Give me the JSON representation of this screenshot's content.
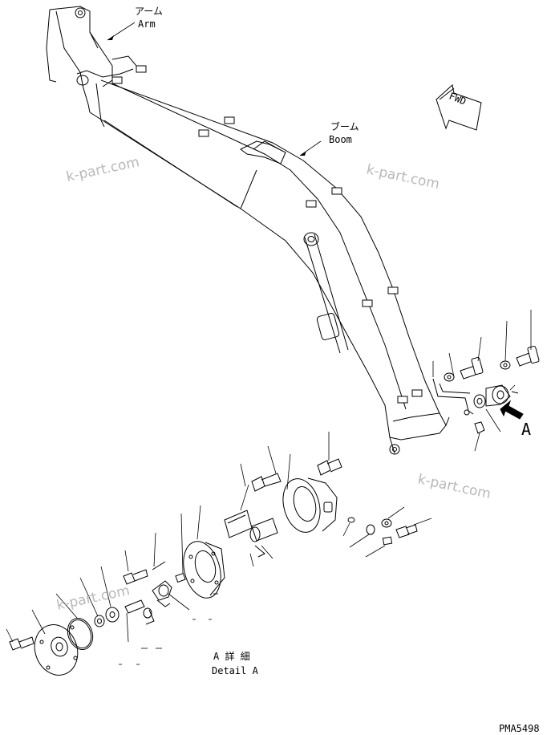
{
  "labels": {
    "arm_jp": "アーム",
    "arm_en": "Arm",
    "boom_jp": "ブーム",
    "boom_en": "Boom",
    "fwd": "FWD",
    "view_a": "A",
    "detail_jp": "A 詳 細",
    "detail_en": "Detail A",
    "drawing_no": "PMA5498"
  },
  "watermarks": [
    "k-part.com",
    "k-part.com",
    "k-part.com",
    "k-part.com"
  ],
  "icons": [
    "fwd-arrow-icon",
    "view-arrow-icon"
  ]
}
